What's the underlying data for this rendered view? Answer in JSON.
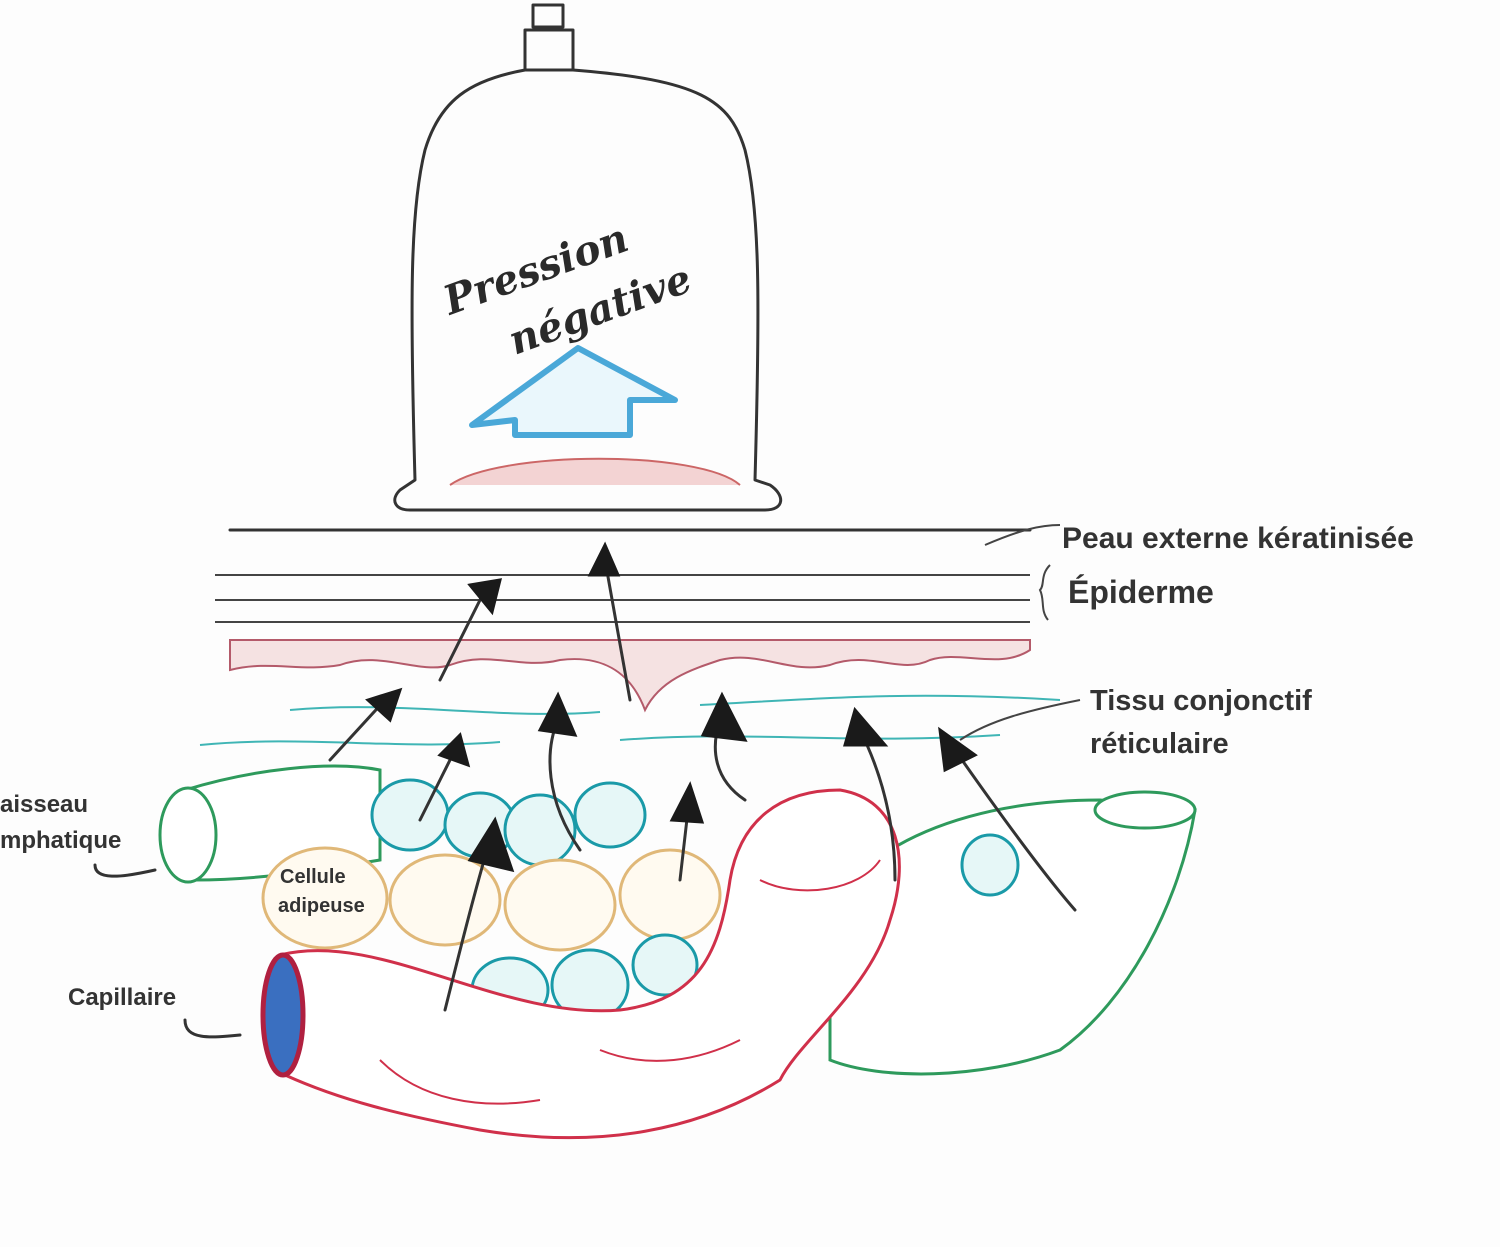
{
  "cup": {
    "line1": "Pression",
    "line2": "négative",
    "arrow_color": "#4aa8d8"
  },
  "labels": {
    "outer_skin": "Peau externe kératinisée",
    "epidermis": "Épiderme",
    "connective_line1": "Tissu conjonctif",
    "connective_line2": "réticulaire",
    "lymph_line1": "aisseau",
    "lymph_line2": "mphatique",
    "fat_line1": "Cellule",
    "fat_line2": "adipeuse",
    "capillary": "Capillaire"
  },
  "colors": {
    "lymph": "#2e9a5c",
    "capillary": "#d0304a",
    "cells": "#1a9aa8",
    "fat": "#e0b878"
  }
}
